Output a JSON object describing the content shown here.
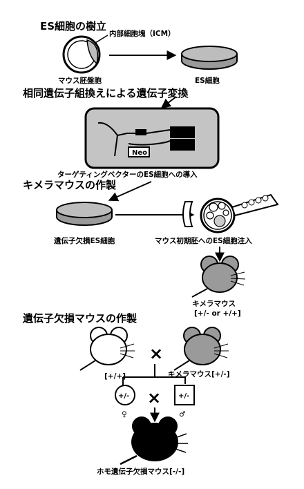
{
  "section_titles": {
    "s1": "ES細胞の樹立",
    "s2": "相同遺伝子組換えによる遺伝子変換",
    "s3": "キメラマウスの作製",
    "s4": "遺伝子欠損マウスの作製"
  },
  "labels": {
    "icm": "内部細胞塊（ICM）",
    "blastocyst": "マウス胚盤胞",
    "es_cell": "ES細胞",
    "neo": "Neo",
    "targeting": "ターゲティングベクターのES細胞への導入",
    "ko_es": "遺伝子欠損ES細胞",
    "injection": "マウス初期胚へのES細胞注入",
    "chimera": "キメラマウス",
    "chimera_genotype": "[+/- or +/+]",
    "wt": "[+/+]",
    "chimera_het": "キメラマウス[+/-]",
    "female_genotype": "+/-",
    "male_genotype": "+/-",
    "female_symbol": "♀",
    "male_symbol": "♂",
    "cross1": "×",
    "cross2": "×",
    "homo": "ホモ遺伝子欠損マウス[-/-]"
  }
}
